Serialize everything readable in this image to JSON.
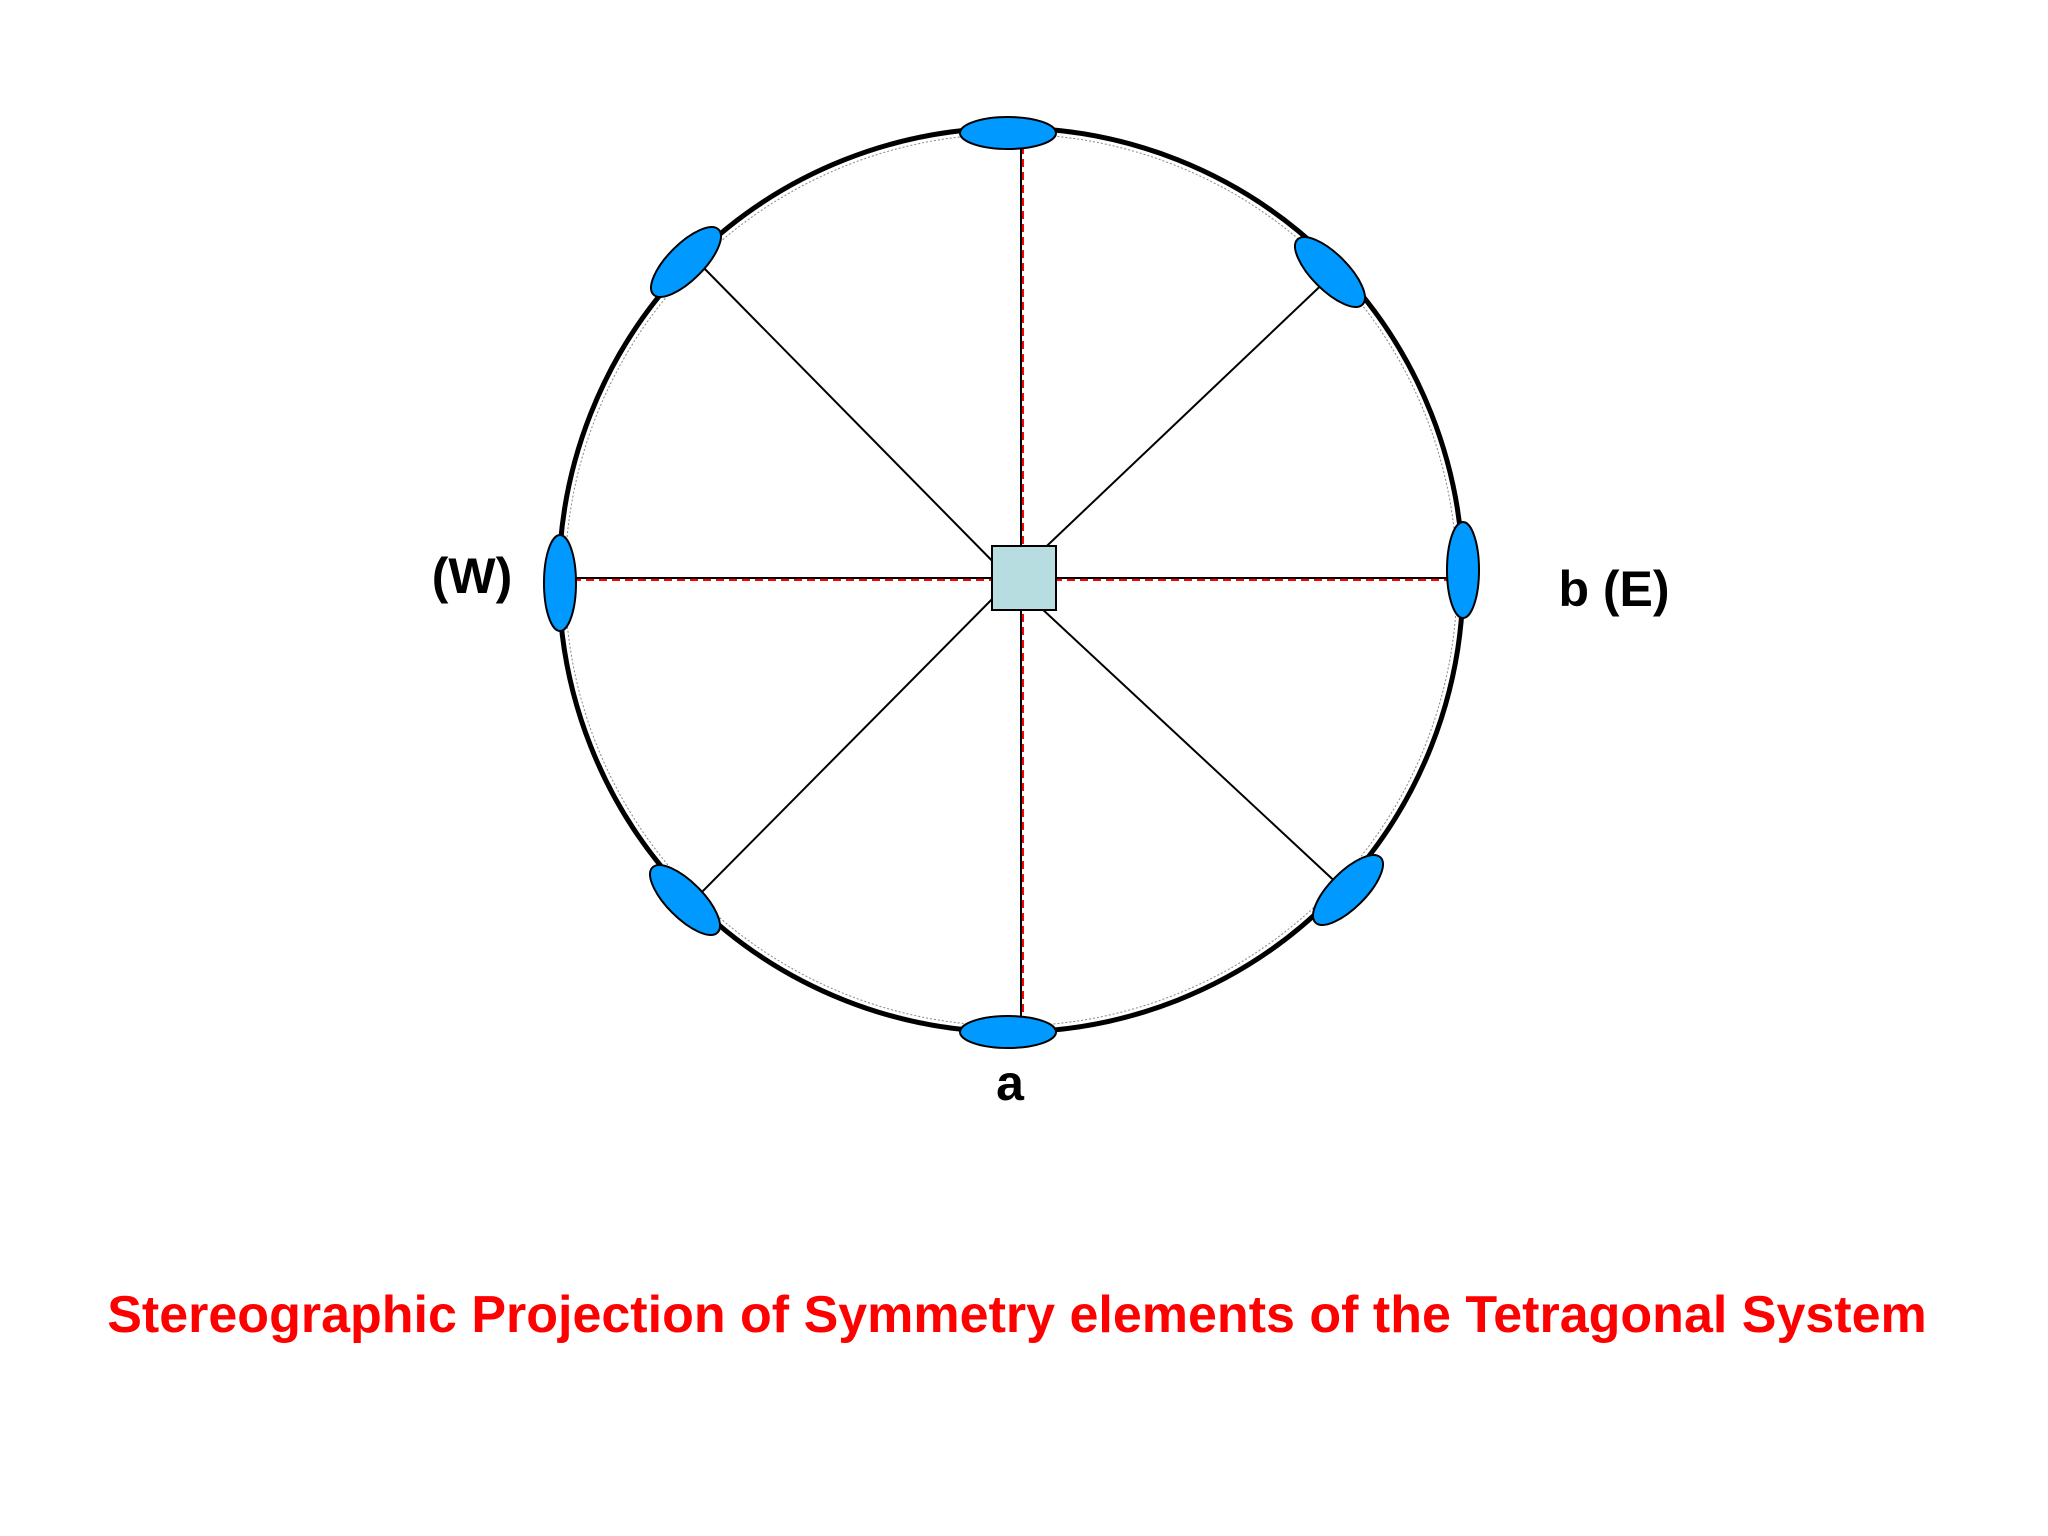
{
  "diagram": {
    "labels": {
      "west": "(W)",
      "east": "b (E)",
      "south": "a"
    },
    "caption": "Stereographic Projection of Symmetry elements of the Tetragonal System",
    "colors": {
      "circle": "#000000",
      "twofold_axis_fill": "#0099ff",
      "fourfold_axis_fill": "#b8dde0",
      "mirror_dash": "#ff0000",
      "caption": "#ff0000",
      "line": "#000000"
    },
    "symbols": {
      "center": "square-fourfold-axis-icon",
      "perimeter": "ellipse-twofold-axis-icon"
    },
    "elements": {
      "twofold_axes_count": 8,
      "fourfold_axes_count": 1,
      "mirror_planes_dashed": 2
    }
  }
}
